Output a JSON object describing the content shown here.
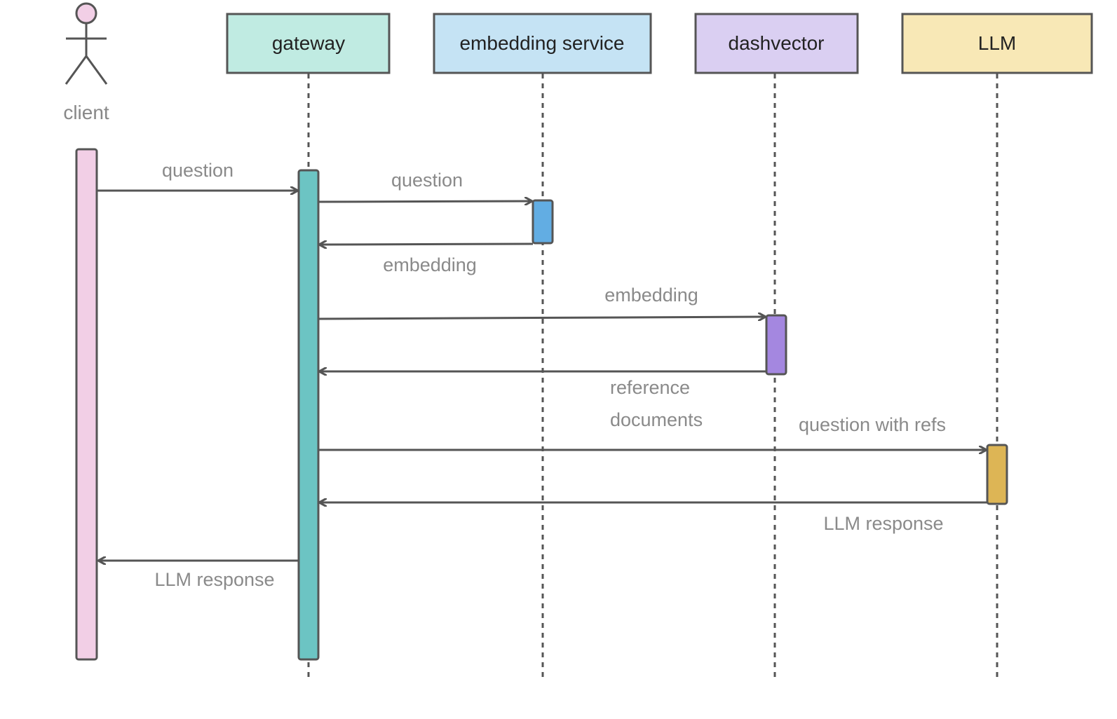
{
  "actor": {
    "label": "client",
    "color": "#f2cfe6"
  },
  "participants": [
    {
      "id": "gateway",
      "label": "gateway",
      "color": "#c0ebe2",
      "activation_color": "#6cc4c3"
    },
    {
      "id": "embedding",
      "label": "embedding service",
      "color": "#c5e3f4",
      "activation_color": "#62ade3"
    },
    {
      "id": "dashvector",
      "label": "dashvector",
      "color": "#dacff2",
      "activation_color": "#a487e0"
    },
    {
      "id": "llm",
      "label": "LLM",
      "color": "#f8e8b6",
      "activation_color": "#ddb555"
    }
  ],
  "messages": [
    {
      "from": "client",
      "to": "gateway",
      "label": "question"
    },
    {
      "from": "gateway",
      "to": "embedding",
      "label": "question"
    },
    {
      "from": "embedding",
      "to": "gateway",
      "label": "embedding"
    },
    {
      "from": "gateway",
      "to": "dashvector",
      "label": "embedding"
    },
    {
      "from": "dashvector",
      "to": "gateway",
      "label_lines": [
        "reference",
        "documents"
      ]
    },
    {
      "from": "gateway",
      "to": "llm",
      "label": "question with refs"
    },
    {
      "from": "llm",
      "to": "gateway",
      "label": "LLM response"
    },
    {
      "from": "gateway",
      "to": "client",
      "label": "LLM response"
    }
  ],
  "line_color": "#555555",
  "label_color": "#8a8a8a"
}
